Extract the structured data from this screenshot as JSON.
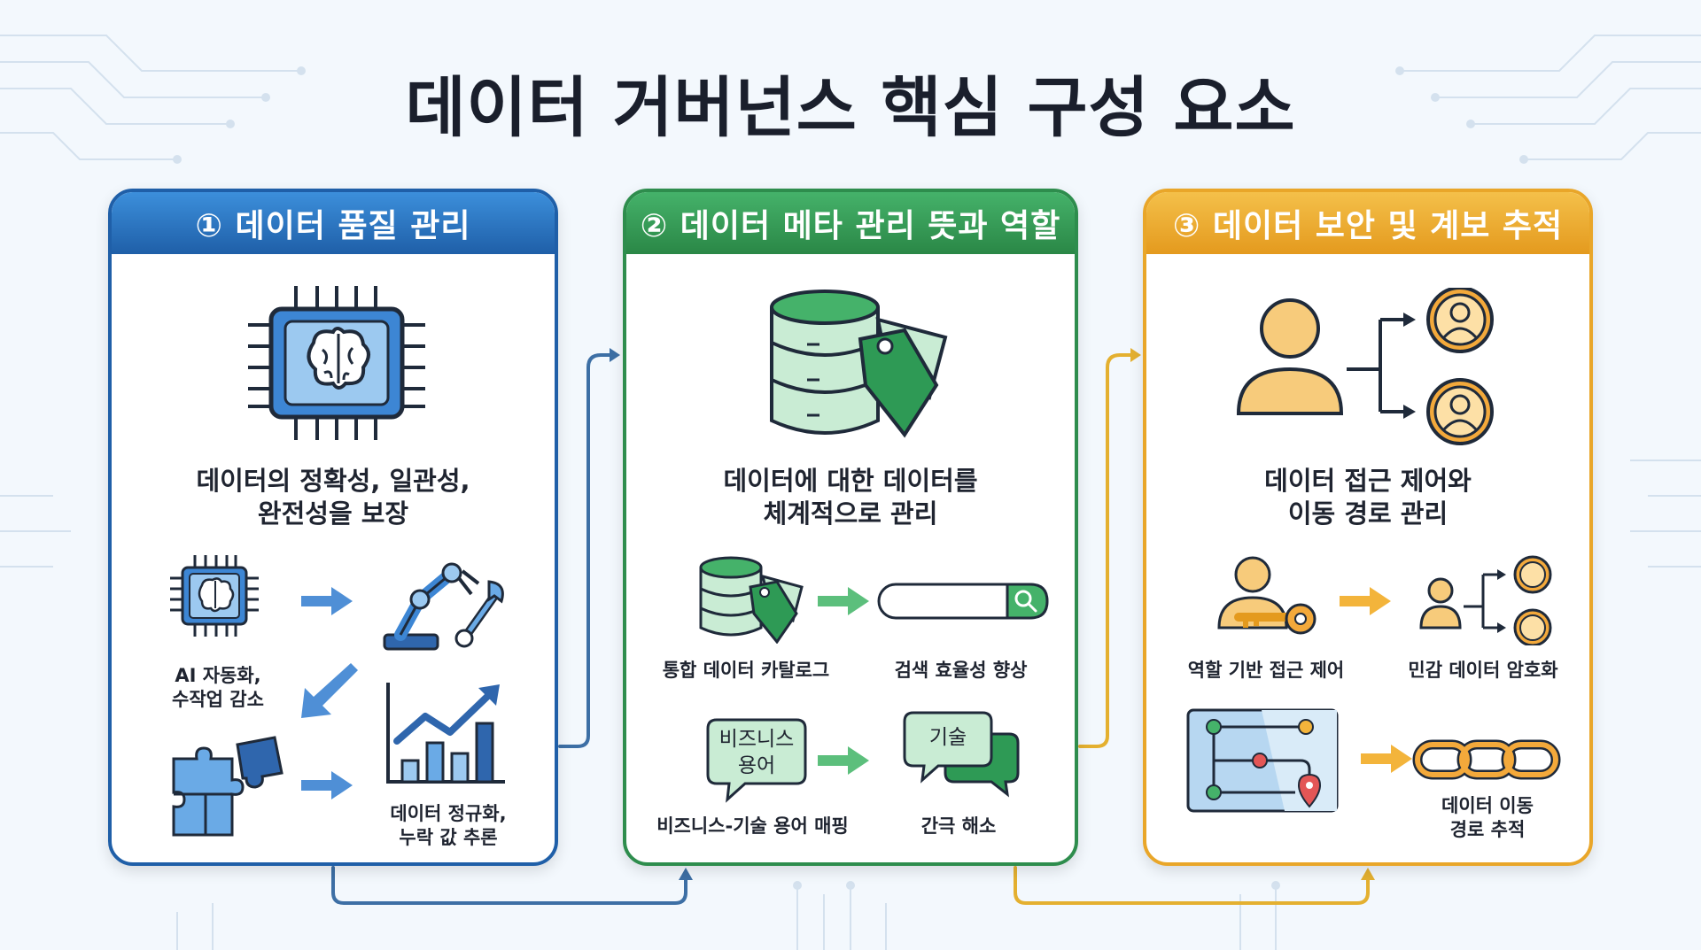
{
  "title": "데이터 거버넌스 핵심 구성 요소",
  "colors": {
    "blue": "#1f5fa8",
    "green": "#2e8d4d",
    "orange": "#e9a629",
    "background": "#f3f8fd"
  },
  "panels": [
    {
      "header": "① 데이터 품질 관리",
      "description": [
        "데이터의 정확성, 일관성,",
        "완전성을 보장"
      ],
      "items": [
        {
          "icon": "ai-chip-icon",
          "label": [
            "AI 자동화,",
            "수작업 감소"
          ]
        },
        {
          "icon": "robot-arm-wrench-icon",
          "label": []
        },
        {
          "icon": "puzzle-icon",
          "label": []
        },
        {
          "icon": "growth-chart-icon",
          "label": [
            "데이터 정규화,",
            "누락 값 추론"
          ]
        }
      ]
    },
    {
      "header": "② 데이터 메타 관리 뜻과 역할",
      "description": [
        "데이터에 대한 데이터를",
        "체계적으로 관리"
      ],
      "items": [
        {
          "icon": "database-tag-icon",
          "label": [
            "통합 데이터 카탈로그"
          ]
        },
        {
          "icon": "search-bar-icon",
          "label": [
            "검색 효율성 향상"
          ]
        },
        {
          "icon": "speech-bubble-icon",
          "bubble": [
            "비즈니스",
            "용어"
          ],
          "label": [
            "비즈니스-기술 용어 매핑"
          ]
        },
        {
          "icon": "chat-bubbles-icon",
          "bubble": [
            "기술"
          ],
          "label": [
            "간극 해소"
          ]
        }
      ]
    },
    {
      "header": "③ 데이터 보안 및 계보 추적",
      "description": [
        "데이터 접근 제어와",
        "이동 경로 관리"
      ],
      "items": [
        {
          "icon": "user-key-icon",
          "label": [
            "역할 기반 접근 제어"
          ]
        },
        {
          "icon": "user-branch-icon",
          "label": [
            "민감 데이터 암호화"
          ]
        },
        {
          "icon": "lineage-map-icon",
          "label": []
        },
        {
          "icon": "chain-link-icon",
          "label": [
            "데이터 이동",
            "경로 추적"
          ]
        }
      ]
    }
  ]
}
